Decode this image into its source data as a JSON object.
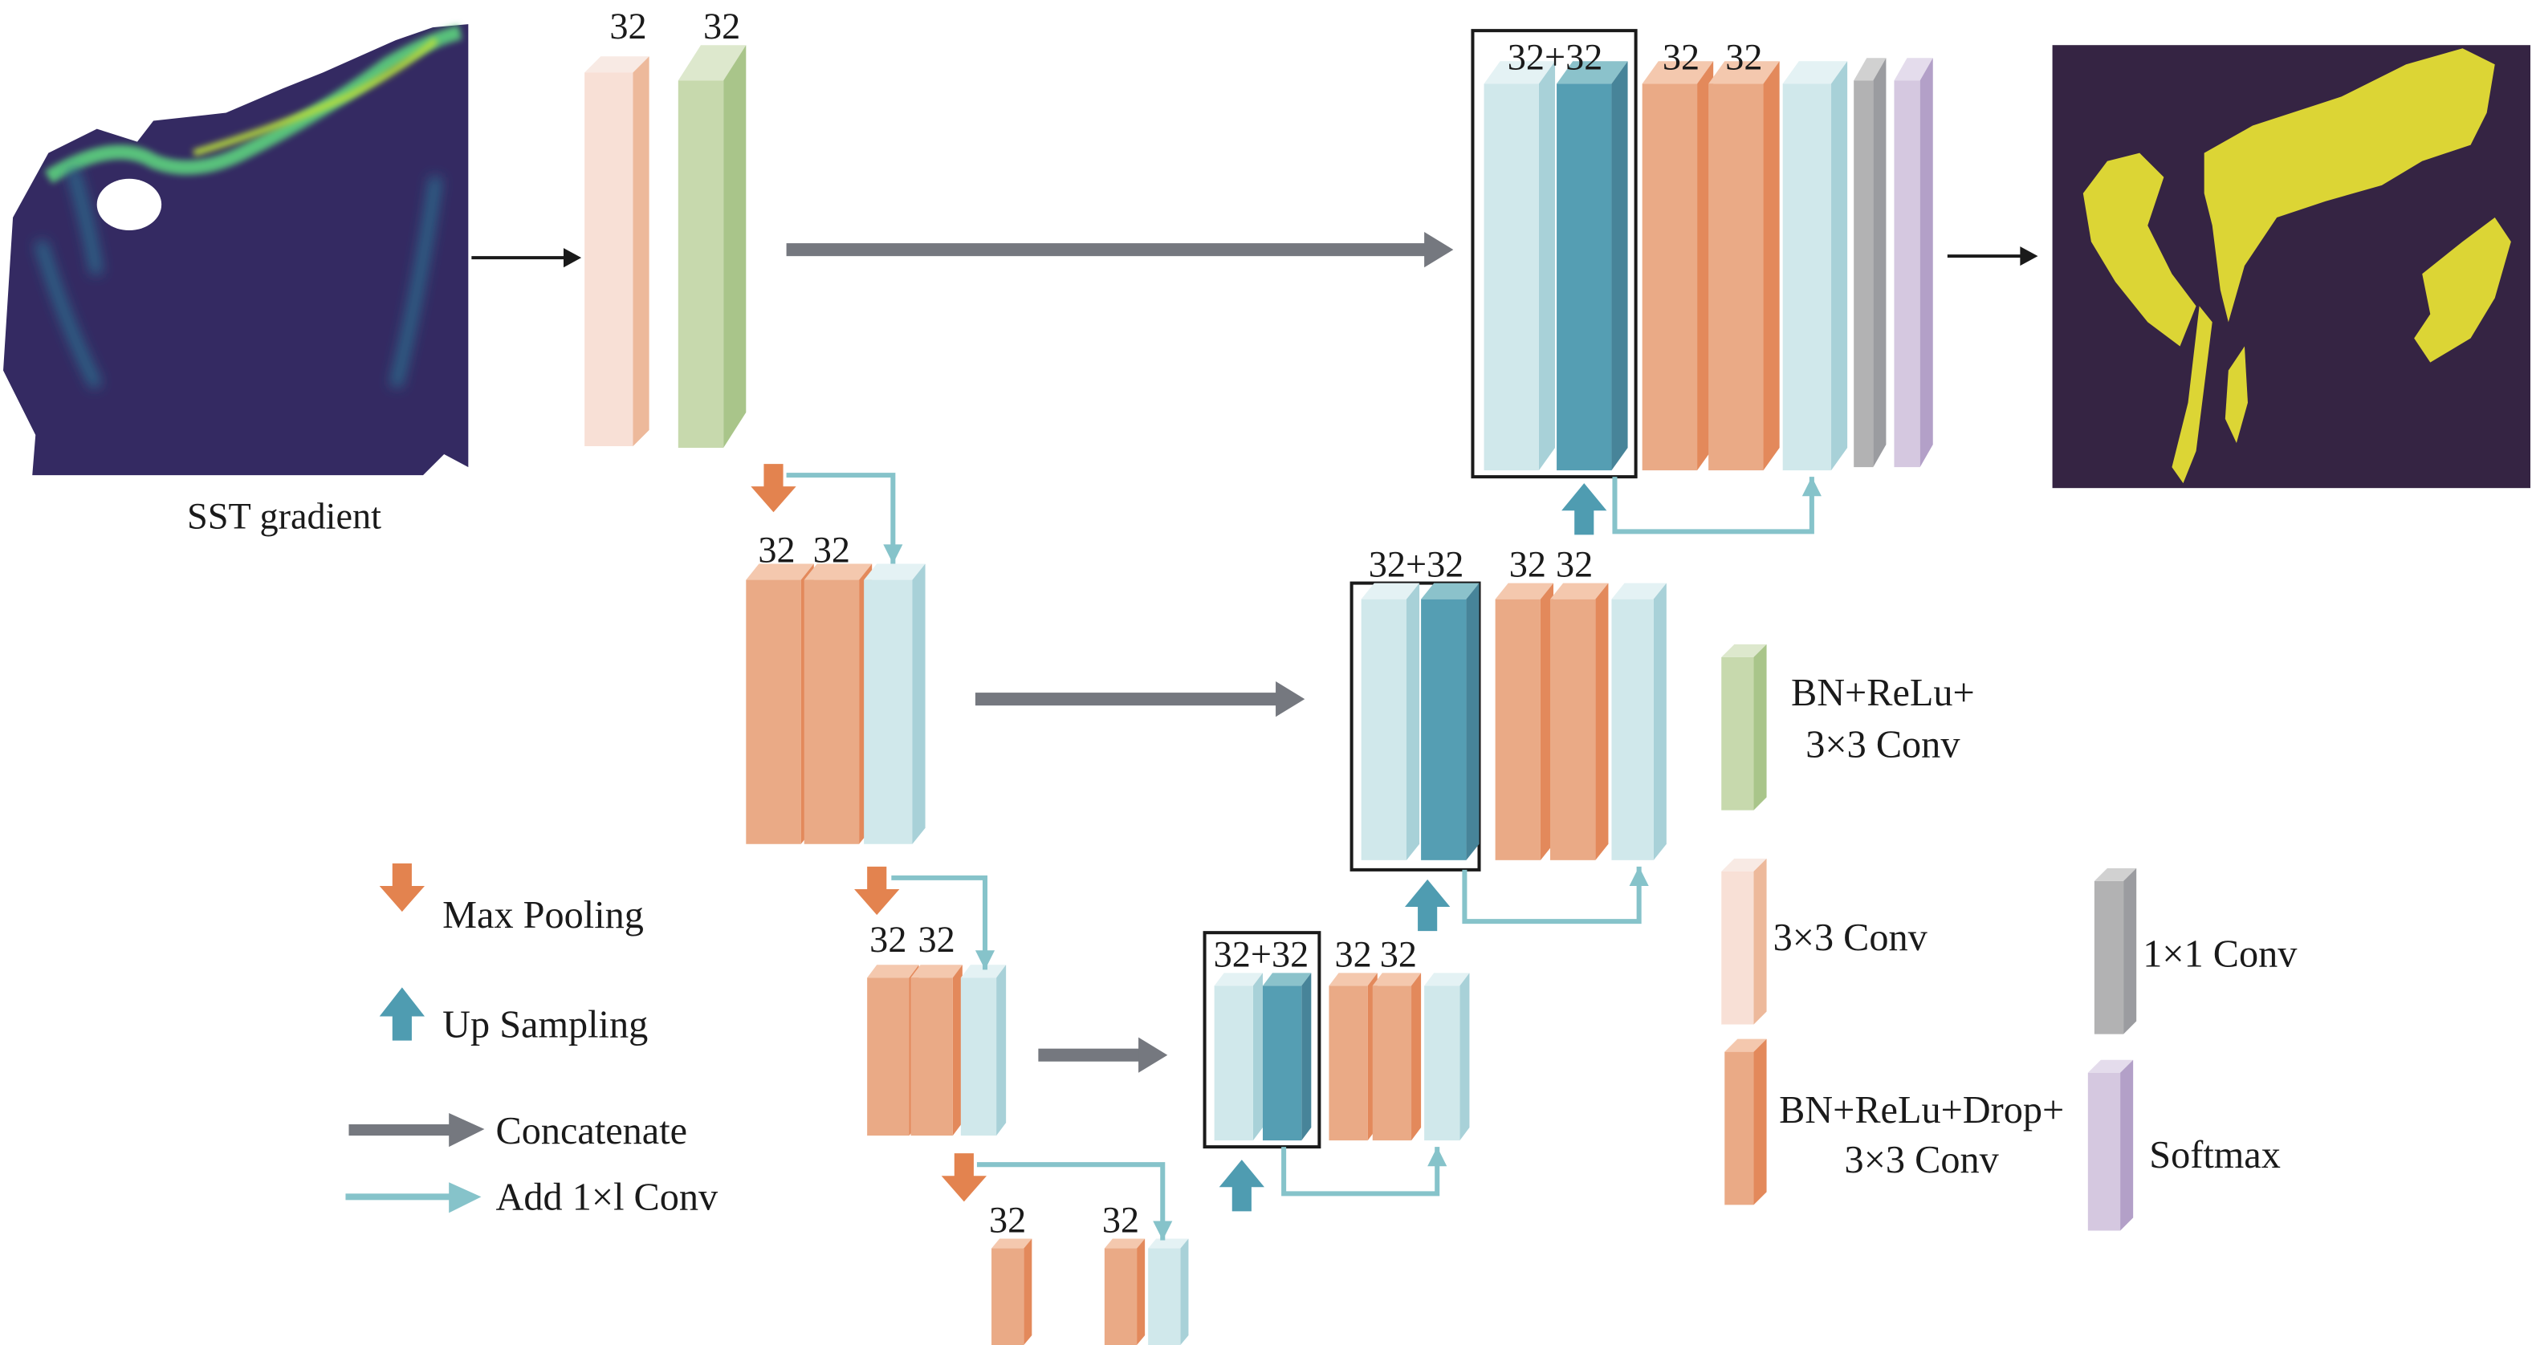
{
  "input": {
    "caption": "SST gradient"
  },
  "colors": {
    "conv3": [
      "#f8e0d6",
      "#f8eae4",
      "#edb99b"
    ],
    "bnconv": [
      "#c7d9ad",
      "#dde8cd",
      "#a9c58a"
    ],
    "drop": [
      "#eaaa86",
      "#f4c8ae",
      "#e3895b"
    ],
    "light": [
      "#d0e8eb",
      "#e4f2f4",
      "#a8d1d8"
    ],
    "dark": [
      "#559eb3",
      "#8bc2cb",
      "#478499"
    ],
    "conv1": [
      "#b2b2b3",
      "#d1d1d1",
      "#9b9ca0"
    ],
    "softmax": [
      "#d5c8e0",
      "#e4dcec",
      "#b3a0c8"
    ],
    "concat_arrow": "#75787f",
    "add_arrow": "#86c3ca",
    "pool_arrow": "#e3834f",
    "up_arrow": "#4f9cb1",
    "io_arrow": "#1a1a1a",
    "output_bg": "#352443",
    "output_fg": "#dcd535",
    "input_bg": "#342a62",
    "input_mid": "#2c6a8c",
    "input_hi": "#58c17b",
    "input_peak": "#b7dd3e"
  },
  "levels": {
    "enc1": {
      "labels": [
        "32",
        "32"
      ]
    },
    "enc2": {
      "labels": [
        "32",
        "32"
      ]
    },
    "enc3": {
      "labels": [
        "32",
        "32"
      ]
    },
    "enc4": {
      "labels": [
        "32",
        "32"
      ]
    },
    "dec3": {
      "concat_label": "32+32",
      "labels": [
        "32",
        "32"
      ]
    },
    "dec2": {
      "concat_label": "32+32",
      "labels": [
        "32",
        "32"
      ]
    },
    "dec1": {
      "concat_label": "32+32",
      "labels": [
        "32",
        "32"
      ]
    }
  },
  "legend_ops": [
    {
      "id": "max-pooling",
      "label": "Max Pooling"
    },
    {
      "id": "up-sampling",
      "label": "Up Sampling"
    },
    {
      "id": "concatenate",
      "label": "Concatenate"
    },
    {
      "id": "add-1x1-conv",
      "label": "Add 1×l Conv"
    }
  ],
  "legend_blocks": [
    {
      "id": "bn-relu-conv",
      "lines": [
        "BN+ReLu+",
        "3×3 Conv"
      ]
    },
    {
      "id": "conv3x3",
      "lines": [
        "3×3 Conv"
      ]
    },
    {
      "id": "bn-relu-drop-conv",
      "lines": [
        "BN+ReLu+Drop+",
        "3×3 Conv"
      ]
    },
    {
      "id": "conv1x1",
      "lines": [
        "1×1 Conv"
      ]
    },
    {
      "id": "softmax",
      "lines": [
        "Softmax"
      ]
    }
  ]
}
